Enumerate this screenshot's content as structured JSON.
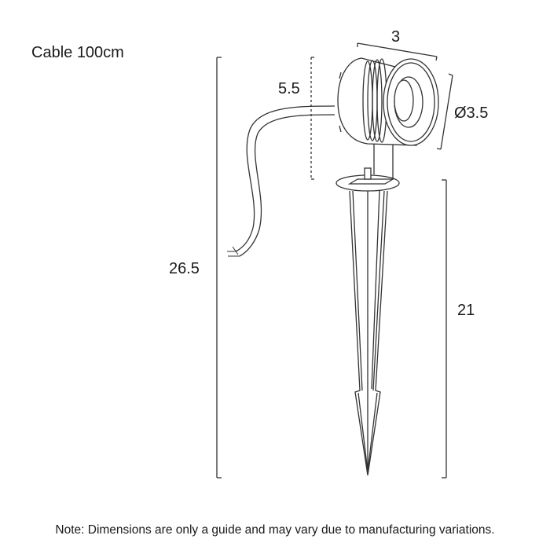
{
  "cable_label": "Cable 100cm",
  "dimensions": {
    "total_height": "26.5",
    "head_height": "5.5",
    "head_length": "3",
    "head_diameter": "Ø3.5",
    "spike_length": "21"
  },
  "note": "Note: Dimensions are only a guide and may vary due to manufacturing variations.",
  "colors": {
    "line": "#333333",
    "text": "#1a1a1a",
    "background": "#ffffff"
  }
}
